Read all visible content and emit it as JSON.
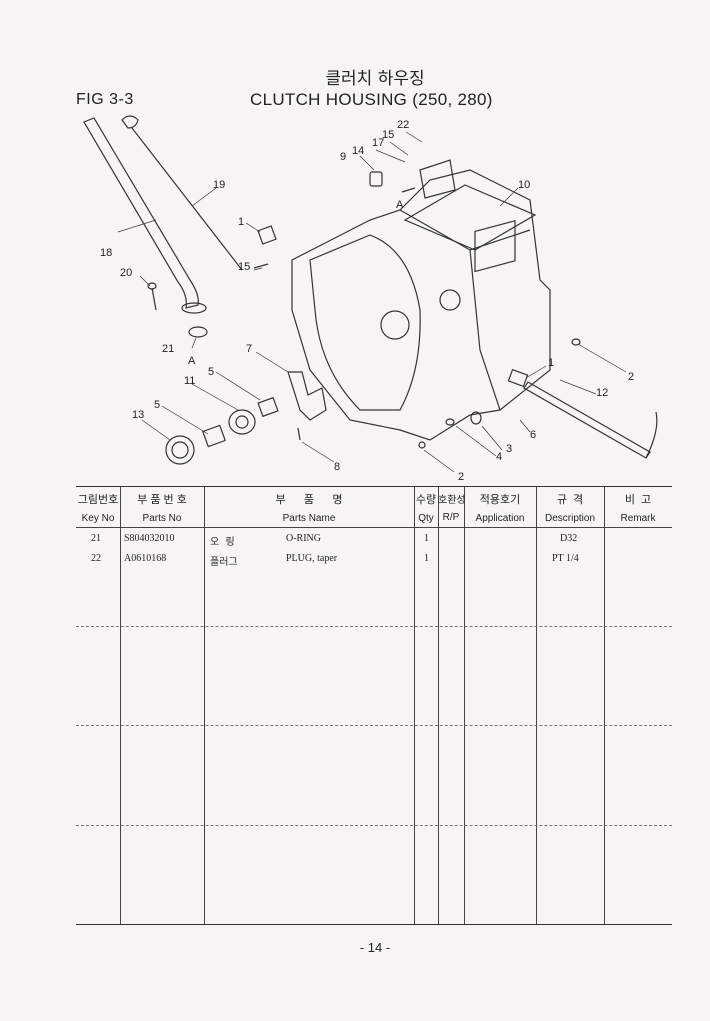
{
  "header": {
    "title_kr": "클러치 하우징",
    "fig": "FIG 3-3",
    "title_en": "CLUTCH HOUSING (250, 280)"
  },
  "diagram": {
    "callouts": [
      "22",
      "15",
      "17",
      "9",
      "14",
      "19",
      "10",
      "1",
      "18",
      "15",
      "20",
      "A",
      "21",
      "A",
      "7",
      "5",
      "11",
      "5",
      "13",
      "1",
      "2",
      "12",
      "6",
      "3",
      "4",
      "8",
      "2"
    ]
  },
  "table": {
    "headers": [
      {
        "kr": "그림번호",
        "en": "Key No"
      },
      {
        "kr": "부 품 번 호",
        "en": "Parts No"
      },
      {
        "kr": "부      품      명",
        "en": "Parts Name"
      },
      {
        "kr": "수량",
        "en": "Qty"
      },
      {
        "kr": "호환성",
        "en": "R/P"
      },
      {
        "kr": "적용호기",
        "en": "Application"
      },
      {
        "kr": "규  격",
        "en": "Description"
      },
      {
        "kr": "비  고",
        "en": "Remark"
      }
    ],
    "rows": [
      {
        "key": "21",
        "part": "S804032010",
        "name_kr": "오  링",
        "name": "O-RING",
        "qty": "1",
        "rp": "",
        "app": "",
        "desc": "D32",
        "remark": ""
      },
      {
        "key": "22",
        "part": "A0610168",
        "name_kr": "플러그",
        "name": "PLUG, taper",
        "qty": "1",
        "rp": "",
        "app": "",
        "desc": "PT 1/4",
        "remark": ""
      }
    ]
  },
  "footer": {
    "page": "- 14 -"
  }
}
